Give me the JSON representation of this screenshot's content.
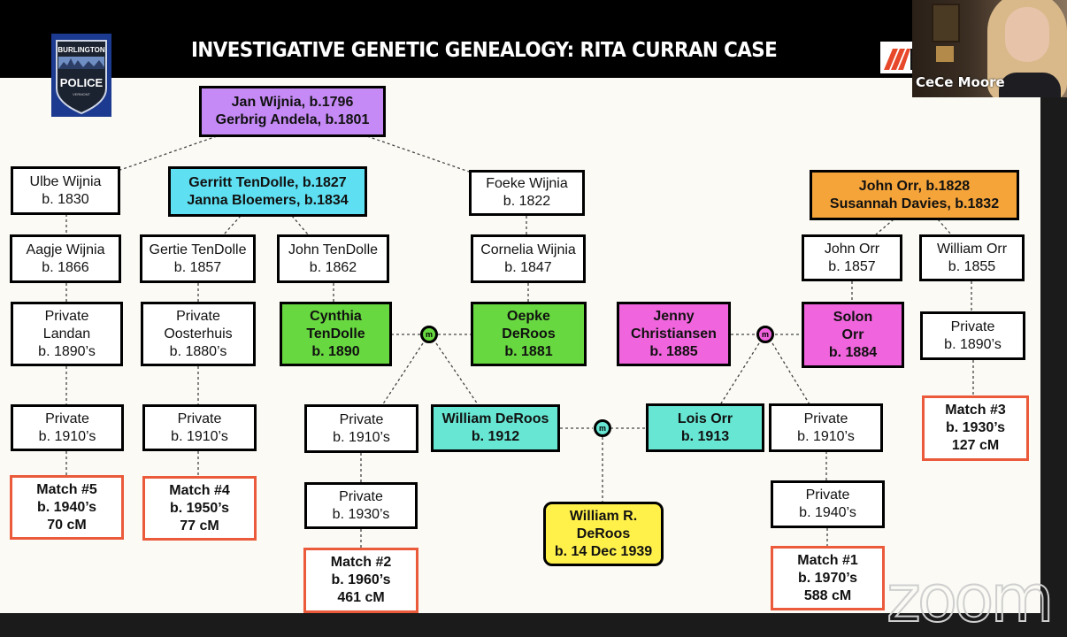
{
  "slide": {
    "title": "INVESTIGATIVE GENETIC GENEALOGY: RITA CURRAN CASE",
    "logo": {
      "top_text": "BURLINGTON",
      "main_text": "POLICE",
      "sub_text": "VERMONT"
    },
    "brand_icon": "stripe-logo-icon"
  },
  "video": {
    "participant_name": "CeCe Moore",
    "watermark": "zoom"
  },
  "colors": {
    "purple": "#c58af5",
    "cyan": "#5ee0f2",
    "orange": "#f5a43a",
    "green": "#67d83f",
    "magenta": "#f064dd",
    "teal": "#66e6d3",
    "yellow": "#fff04a",
    "match_border": "#ea5a3b"
  },
  "marriage_label": "m",
  "people": {
    "jan_gerbrig": [
      "Jan Wijnia, b.1796",
      "Gerbrig Andela, b.1801"
    ],
    "ulbe": [
      "Ulbe Wijnia",
      "b. 1830"
    ],
    "gerritt_janna": [
      "Gerritt TenDolle, b.1827",
      "Janna Bloemers, b.1834"
    ],
    "foeke": [
      "Foeke Wijnia",
      "b. 1822"
    ],
    "john_susannah": [
      "John Orr, b.1828",
      "Susannah Davies, b.1832"
    ],
    "aagje": [
      "Aagje Wijnia",
      "b. 1866"
    ],
    "gertie": [
      "Gertie TenDolle",
      "b. 1857"
    ],
    "john_tendolle": [
      "John TenDolle",
      "b. 1862"
    ],
    "cornelia": [
      "Cornelia Wijnia",
      "b. 1847"
    ],
    "john_orr": [
      "John Orr",
      "b. 1857"
    ],
    "william_orr": [
      "William Orr",
      "b. 1855"
    ],
    "private_landan": [
      "Private",
      "Landan",
      "b. 1890’s"
    ],
    "private_oosterhuis": [
      "Private",
      "Oosterhuis",
      "b. 1880’s"
    ],
    "cynthia": [
      "Cynthia",
      "TenDolle",
      "b. 1890"
    ],
    "oepke": [
      "Oepke",
      "DeRoos",
      "b. 1881"
    ],
    "jenny": [
      "Jenny",
      "Christiansen",
      "b. 1885"
    ],
    "solon": [
      "Solon",
      "Orr",
      "b. 1884"
    ],
    "private_1890s_right": [
      "Private",
      "b. 1890’s"
    ],
    "private_1910s_a": [
      "Private",
      "b. 1910’s"
    ],
    "private_1910s_b": [
      "Private",
      "b. 1910’s"
    ],
    "private_1910s_c": [
      "Private",
      "b. 1910’s"
    ],
    "william_deroos": [
      "William DeRoos",
      "b. 1912"
    ],
    "lois_orr": [
      "Lois Orr",
      "b. 1913"
    ],
    "private_1910s_d": [
      "Private",
      "b. 1910’s"
    ],
    "private_1930s": [
      "Private",
      "b. 1930’s"
    ],
    "private_1940s": [
      "Private",
      "b. 1940’s"
    ],
    "william_r_deroos": [
      "William R.",
      "DeRoos",
      "b. 14 Dec 1939"
    ],
    "match5": [
      "Match #5",
      "b. 1940’s",
      "70 cM"
    ],
    "match4": [
      "Match #4",
      "b. 1950’s",
      "77 cM"
    ],
    "match2": [
      "Match #2",
      "b. 1960’s",
      "461 cM"
    ],
    "match1": [
      "Match #1",
      "b. 1970’s",
      "588 cM"
    ],
    "match3": [
      "Match #3",
      "b. 1930’s",
      "127 cM"
    ]
  }
}
